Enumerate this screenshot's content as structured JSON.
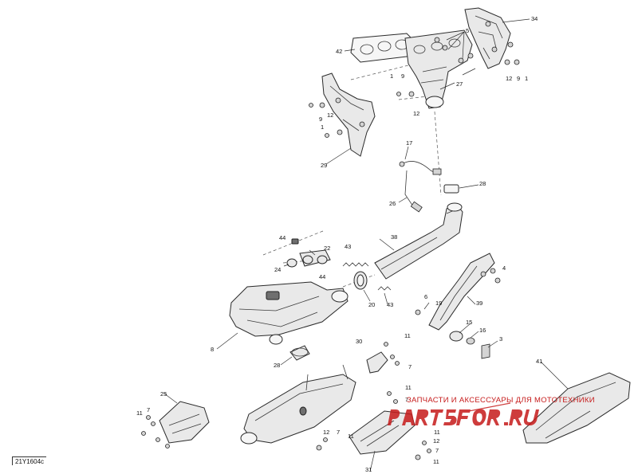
{
  "diagram": {
    "reference_code": "21Y1604c",
    "callouts": [
      {
        "id": "c42",
        "text": "42"
      },
      {
        "id": "c5",
        "text": "5"
      },
      {
        "id": "c34",
        "text": "34"
      },
      {
        "id": "c12a",
        "text": "12"
      },
      {
        "id": "c9a",
        "text": "9"
      },
      {
        "id": "c1a",
        "text": "1"
      },
      {
        "id": "c1b",
        "text": "1"
      },
      {
        "id": "c9b",
        "text": "9"
      },
      {
        "id": "c27",
        "text": "27"
      },
      {
        "id": "c12b",
        "text": "12"
      },
      {
        "id": "c9c",
        "text": "9"
      },
      {
        "id": "c12c",
        "text": "12"
      },
      {
        "id": "c1c",
        "text": "1"
      },
      {
        "id": "c29",
        "text": "29"
      },
      {
        "id": "c17",
        "text": "17"
      },
      {
        "id": "c28a",
        "text": "28"
      },
      {
        "id": "c26",
        "text": "26"
      },
      {
        "id": "c38",
        "text": "38"
      },
      {
        "id": "c44a",
        "text": "44"
      },
      {
        "id": "c22",
        "text": "22"
      },
      {
        "id": "c43a",
        "text": "43"
      },
      {
        "id": "c24",
        "text": "24"
      },
      {
        "id": "c44b",
        "text": "44"
      },
      {
        "id": "c4",
        "text": "4"
      },
      {
        "id": "c6",
        "text": "6"
      },
      {
        "id": "c19",
        "text": "19"
      },
      {
        "id": "c20",
        "text": "20"
      },
      {
        "id": "c43b",
        "text": "43"
      },
      {
        "id": "c39",
        "text": "39"
      },
      {
        "id": "c15",
        "text": "15"
      },
      {
        "id": "c16",
        "text": "16"
      },
      {
        "id": "c3",
        "text": "3"
      },
      {
        "id": "c8",
        "text": "8"
      },
      {
        "id": "c11a",
        "text": "11"
      },
      {
        "id": "c30",
        "text": "30"
      },
      {
        "id": "c7a",
        "text": "7"
      },
      {
        "id": "c28b",
        "text": "28"
      },
      {
        "id": "c41",
        "text": "41"
      },
      {
        "id": "c25",
        "text": "25"
      },
      {
        "id": "c11b",
        "text": "11"
      },
      {
        "id": "c7b",
        "text": "7"
      },
      {
        "id": "c11c",
        "text": "11"
      },
      {
        "id": "c7c",
        "text": "7"
      },
      {
        "id": "c11d",
        "text": "11"
      },
      {
        "id": "c12d",
        "text": "12"
      },
      {
        "id": "c7d",
        "text": "7"
      },
      {
        "id": "c11e",
        "text": "11"
      },
      {
        "id": "c12e",
        "text": "12"
      },
      {
        "id": "c7e",
        "text": "7"
      },
      {
        "id": "c11f",
        "text": "11"
      },
      {
        "id": "c31",
        "text": "31"
      }
    ]
  },
  "watermark": {
    "tagline": "ЗАПЧАСТИ И АКСЕССУАРЫ ДЛЯ МОТОТЕХНИКИ",
    "logo_text": "PARTSFOR.RU",
    "color": "#c61b1b"
  }
}
